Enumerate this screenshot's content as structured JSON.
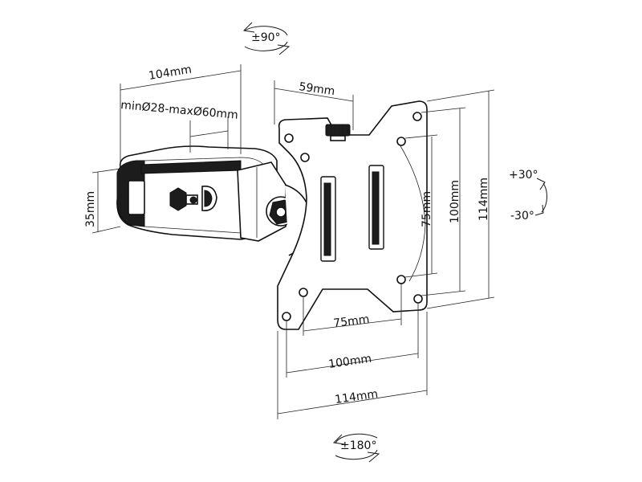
{
  "rotation": {
    "swivel": "±90°",
    "rotate": "±180°",
    "tilt_up": "+30°",
    "tilt_down": "-30°"
  },
  "dimensions": {
    "arm_length": "104mm",
    "clamp_range": "minØ28-maxØ60mm",
    "clamp_height": "35mm",
    "plate_offset": "59mm",
    "vesa_75_h": "75mm",
    "vesa_100_h": "100mm",
    "plate_114_h": "114mm",
    "vesa_75_w": "75mm",
    "vesa_100_w": "100mm",
    "plate_114_w": "114mm"
  },
  "colors": {
    "line": "#1a1a1a",
    "fill": "#ffffff",
    "dark_part": "#1c1c1c"
  }
}
